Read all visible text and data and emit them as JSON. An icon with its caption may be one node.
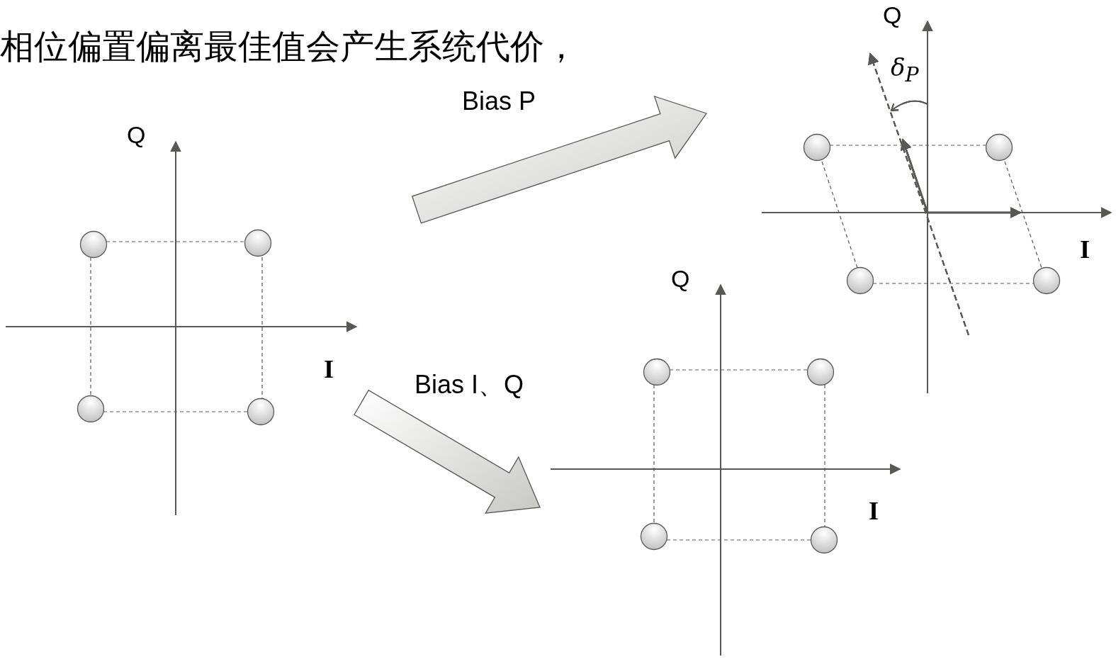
{
  "diagram": {
    "nodes": [
      {
        "text": [],
        "shape": "picture"
      },
      {
        "text": [],
        "shape": "picture"
      },
      {
        "text": [],
        "shape": "picture"
      }
    ],
    "edges": [
      {
        "from": 0,
        "to": 1,
        "arrow": "to",
        "label": "Bias P",
        "style": "thick"
      },
      {
        "from": 0,
        "to": 2,
        "arrow": "to",
        "label": "Bias I、Q",
        "style": "thick"
      }
    ],
    "labels": [
      "相位偏置偏离最佳值会产生系统代价，",
      "Q",
      "δ$_{P}$",
      "Q",
      "I",
      "Q",
      "I",
      "I"
    ]
  }
}
